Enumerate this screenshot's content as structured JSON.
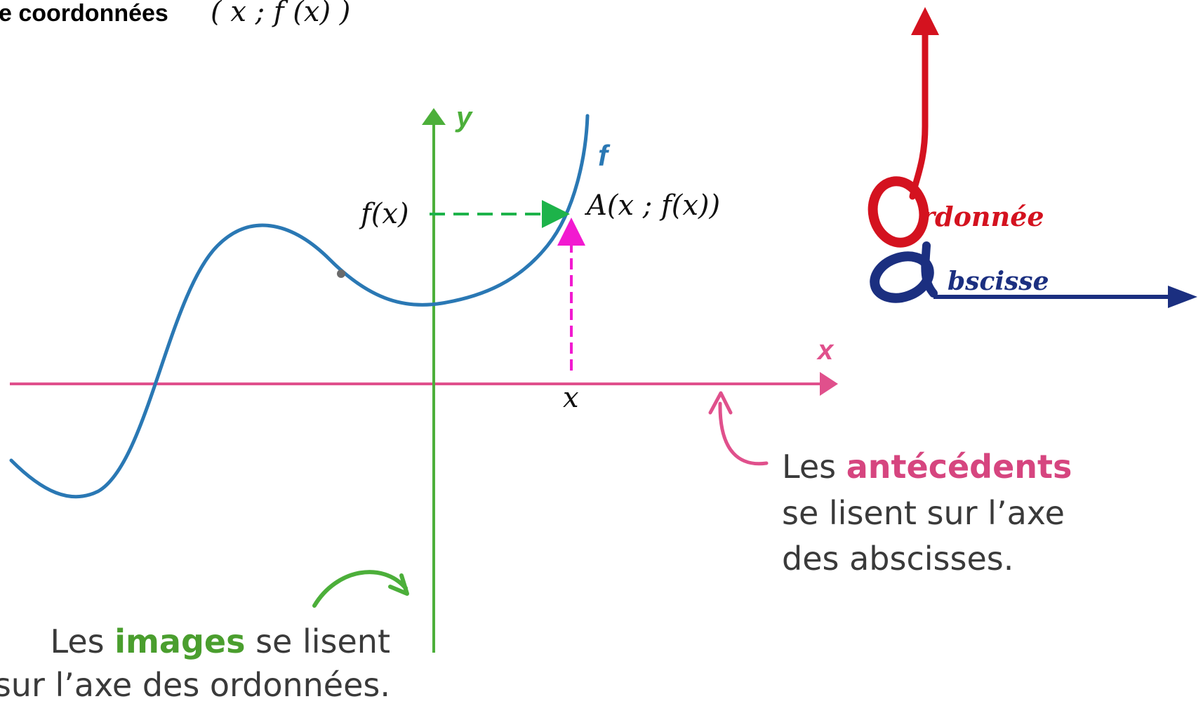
{
  "header": {
    "title_text": "e coordonnées",
    "title_math": "( x ; f (x) )"
  },
  "graph": {
    "y_axis_label": "y",
    "x_axis_label": "x",
    "curve_label": "f",
    "fx_label": "f(x)",
    "point_label": "A(x ; f(x))",
    "x_tick_label": "x"
  },
  "captions": {
    "antecedents": {
      "prefix": "Les ",
      "highlight": "antécédents",
      "line2": "se lisent sur l’axe",
      "line3": "des abscisses."
    },
    "images": {
      "prefix": "Les ",
      "highlight": "images",
      "suffix": " se lisent",
      "line2": "sur l’axe des ordonnées."
    }
  },
  "logo": {
    "ordonnee_initial": "O",
    "ordonnee_rest": "rdonnée",
    "abscisse_initial": "a",
    "abscisse_rest": "bscisse"
  },
  "colors": {
    "y_axis": "#4caf3a",
    "x_axis": "#e0508c",
    "curve": "#2a78b4",
    "green_dashed": "#1db34a",
    "magenta_dashed": "#f21ad0",
    "logo_red": "#d4121f",
    "logo_blue": "#1b2f80",
    "highlight_pink": "#d6457f",
    "highlight_green": "#4a9e2e"
  }
}
